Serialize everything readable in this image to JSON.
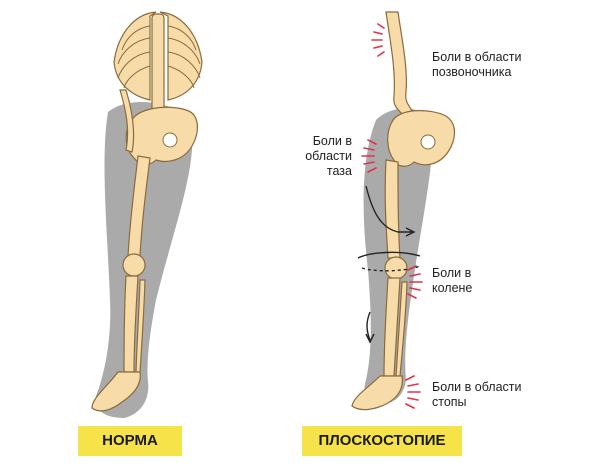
{
  "colors": {
    "bone": "#f7dcaa",
    "bone_outline": "#8a6b3b",
    "silhouette": "#9b9b9b",
    "badge": "#f6e34a",
    "pain": "#e0324f",
    "arrow": "#222222"
  },
  "annotations": {
    "spine": [
      "Боли в области",
      "позвоночника"
    ],
    "pelvis": [
      "Боли в",
      "области",
      "таза"
    ],
    "knee": [
      "Боли в",
      "колене"
    ],
    "foot": [
      "Боли в области",
      "стопы"
    ]
  },
  "labels": {
    "normal": "НОРМА",
    "flatfoot": "ПЛОСКОСТОПИЕ"
  }
}
